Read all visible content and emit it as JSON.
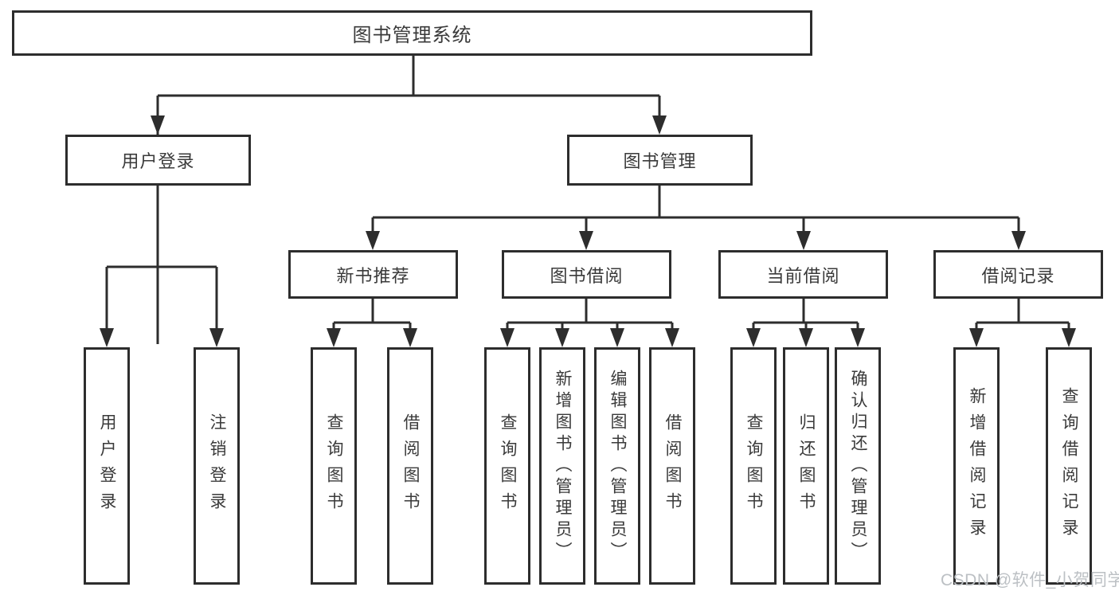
{
  "tree": {
    "root": "图书管理系统",
    "branches": [
      {
        "label": "用户登录",
        "children": [
          "用户登录",
          "注销登录"
        ]
      },
      {
        "label": "图书管理",
        "sections": [
          {
            "label": "新书推荐",
            "children": [
              "查询图书",
              "借阅图书"
            ]
          },
          {
            "label": "图书借阅",
            "children": [
              "查询图书",
              "新增图书（管理员）",
              "编辑图书（管理员）",
              "借阅图书"
            ]
          },
          {
            "label": "当前借阅",
            "children": [
              "查询图书",
              "归还图书",
              "确认归还（管理员）"
            ]
          },
          {
            "label": "借阅记录",
            "children": [
              "新增借阅记录",
              "查询借阅记录"
            ]
          }
        ]
      }
    ]
  },
  "watermark": "CSDN @软件_小贺同学",
  "colors": {
    "line": "#2d2d2d",
    "text": "#3a3a3a",
    "watermark": "#bcc0c4",
    "background": "#ffffff"
  }
}
